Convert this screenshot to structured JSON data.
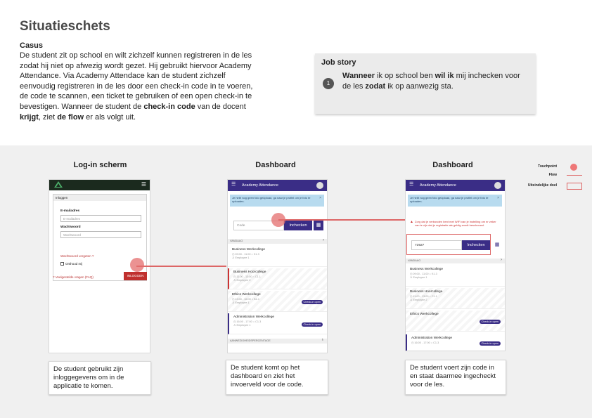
{
  "header": {
    "title": "Situatieschets",
    "casus_title": "Casus",
    "casus_parts": [
      "De student zit op school en wilt zichzelf kunnen registreren in de les zodat hij niet op afwezig wordt gezet. Hij gebruikt hiervoor Academy Attendance. Via Academy Attendace kan de student zichzelf eenvoudig registreren in de les door een check-in code in te voeren, de code te scannen, een ticket te gebruiken of een open check-in te bevestigen. Wanneer de student de ",
      "check-in code",
      " van de docent ",
      "krijgt",
      ", ziet ",
      "de flow",
      " er als volgt uit."
    ]
  },
  "job_story": {
    "title": "Job story",
    "number": "1",
    "parts": [
      "Wanneer",
      " ik op school ben ",
      "wil ik",
      " mij inchecken voor de les ",
      "zodat",
      " ik op aanwezig sta."
    ]
  },
  "legend": {
    "touchpoint": "Touchpoint",
    "flow": "Flow",
    "goal": "Uiteindelijke doel"
  },
  "columns": [
    {
      "title": "Log-in scherm",
      "description": "De student gebruikt zijn inloggegevens om in de applicatie te komen."
    },
    {
      "title": "Dashboard",
      "description": "De student komt op het dashboard en ziet het invoerveld voor de code."
    },
    {
      "title": "Dashboard",
      "description": "De student voert zijn code in en staat daarmee ingecheckt voor de les."
    }
  ],
  "login": {
    "header": "Inloggen",
    "email_label": "E-mailadres",
    "email_placeholder": "E-mailadres",
    "password_label": "Wachtwoord",
    "password_placeholder": "Wachtwoord",
    "forgot": "Wachtwoord vergeten ?",
    "remember": "Onthoud mij",
    "login_button": "INLOGGEN",
    "faq": "Veelgestelde vragen (FAQ)"
  },
  "dashboard": {
    "app_title": "Academy Attendance",
    "info": "Je hebt nog geen foto geüpload, ga naar je profiel om je foto te uploaden.",
    "code_placeholder": "Code",
    "checkin_button": "Inchecken",
    "section_today": "VANDAAG",
    "section_attendance": "AANWEZIGHEIDSPERCENTAGE",
    "warning": "Zorg dat je verbonden bent met WiFi van je instelling om er zeker van te zijn dat je registratie als geldig wordt beschouwd.",
    "entered_code": "73927",
    "checkin_open": "Check-in open",
    "items": [
      {
        "name": "Business Werkcollege",
        "time": "09:00 - 11:00",
        "room": "K1.3",
        "person": "Employee 1"
      },
      {
        "name": "Business Hoorcollege",
        "time": "11:00 - 13:00",
        "room": "C1.1",
        "person": "Employee 2"
      },
      {
        "name": "Ethics Werkcollege",
        "time": "13:00 - 16:00",
        "room": "B1.1",
        "person": "Employee 1"
      },
      {
        "name": "Administration Werkcollege",
        "time": "16:00 - 17:00",
        "room": "C1.3",
        "person": "Employee 1"
      }
    ]
  },
  "colors": {
    "accent_purple": "#3a2d86",
    "flow_red": "#dd6666",
    "login_button_red": "#c0302e"
  }
}
